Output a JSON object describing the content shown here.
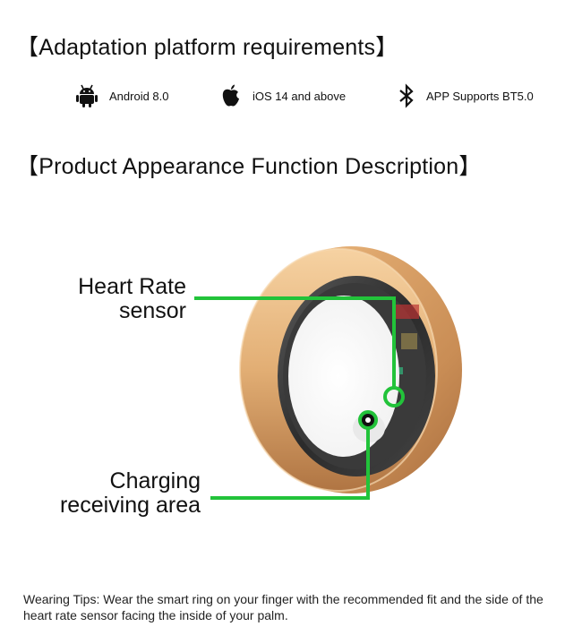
{
  "headings": {
    "platform": "【Adaptation platform requirements】",
    "appearance": "【Product Appearance Function Description】"
  },
  "platforms": [
    {
      "icon": "android-icon",
      "label": "Android 8.0"
    },
    {
      "icon": "apple-icon",
      "label": "iOS 14 and above"
    },
    {
      "icon": "bluetooth-icon",
      "label": "APP Supports BT5.0"
    }
  ],
  "callouts": {
    "heart_rate": [
      "Heart Rate",
      "sensor"
    ],
    "charging": [
      "Charging",
      "receiving area"
    ]
  },
  "tips": "Wearing Tips: Wear the smart ring on your finger with the recommended fit and the side of the heart rate sensor facing the inside of your palm.",
  "colors": {
    "callout_line": "#22c33a",
    "ring_gold": "#d8a368",
    "text": "#111111"
  }
}
